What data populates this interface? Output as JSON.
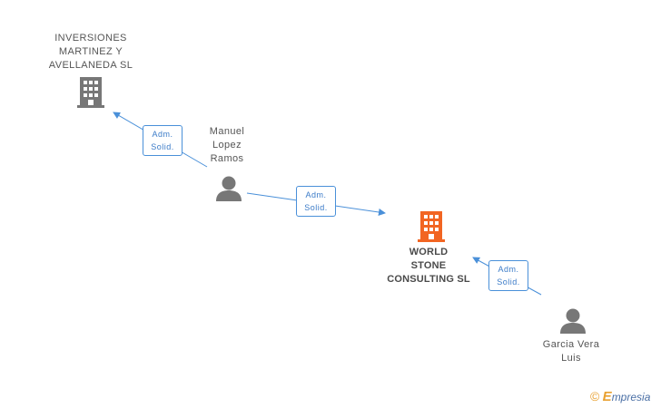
{
  "nodes": {
    "inversiones": {
      "label": "INVERSIONES\nMARTINEZ Y\nAVELLANEDA SL",
      "icon": "building-icon",
      "color": "#777777"
    },
    "manuel": {
      "label": "Manuel\nLopez\nRamos",
      "icon": "person-icon",
      "color": "#777777"
    },
    "world_stone": {
      "label": "WORLD\nSTONE\nCONSULTING SL",
      "icon": "building-icon",
      "color": "#f26522"
    },
    "garcia": {
      "label": "Garcia Vera\nLuis",
      "icon": "person-icon",
      "color": "#777777"
    }
  },
  "edges": [
    {
      "from": "manuel",
      "to": "inversiones",
      "label": "Adm.\nSolid."
    },
    {
      "from": "manuel",
      "to": "world_stone",
      "label": "Adm.\nSolid."
    },
    {
      "from": "garcia",
      "to": "world_stone",
      "label": "Adm.\nSolid."
    }
  ],
  "colors": {
    "edge": "#4a90d9",
    "node_default": "#777777",
    "node_highlight": "#f26522"
  },
  "brand": {
    "copyright": "©",
    "initial": "E",
    "name": "mpresia"
  }
}
